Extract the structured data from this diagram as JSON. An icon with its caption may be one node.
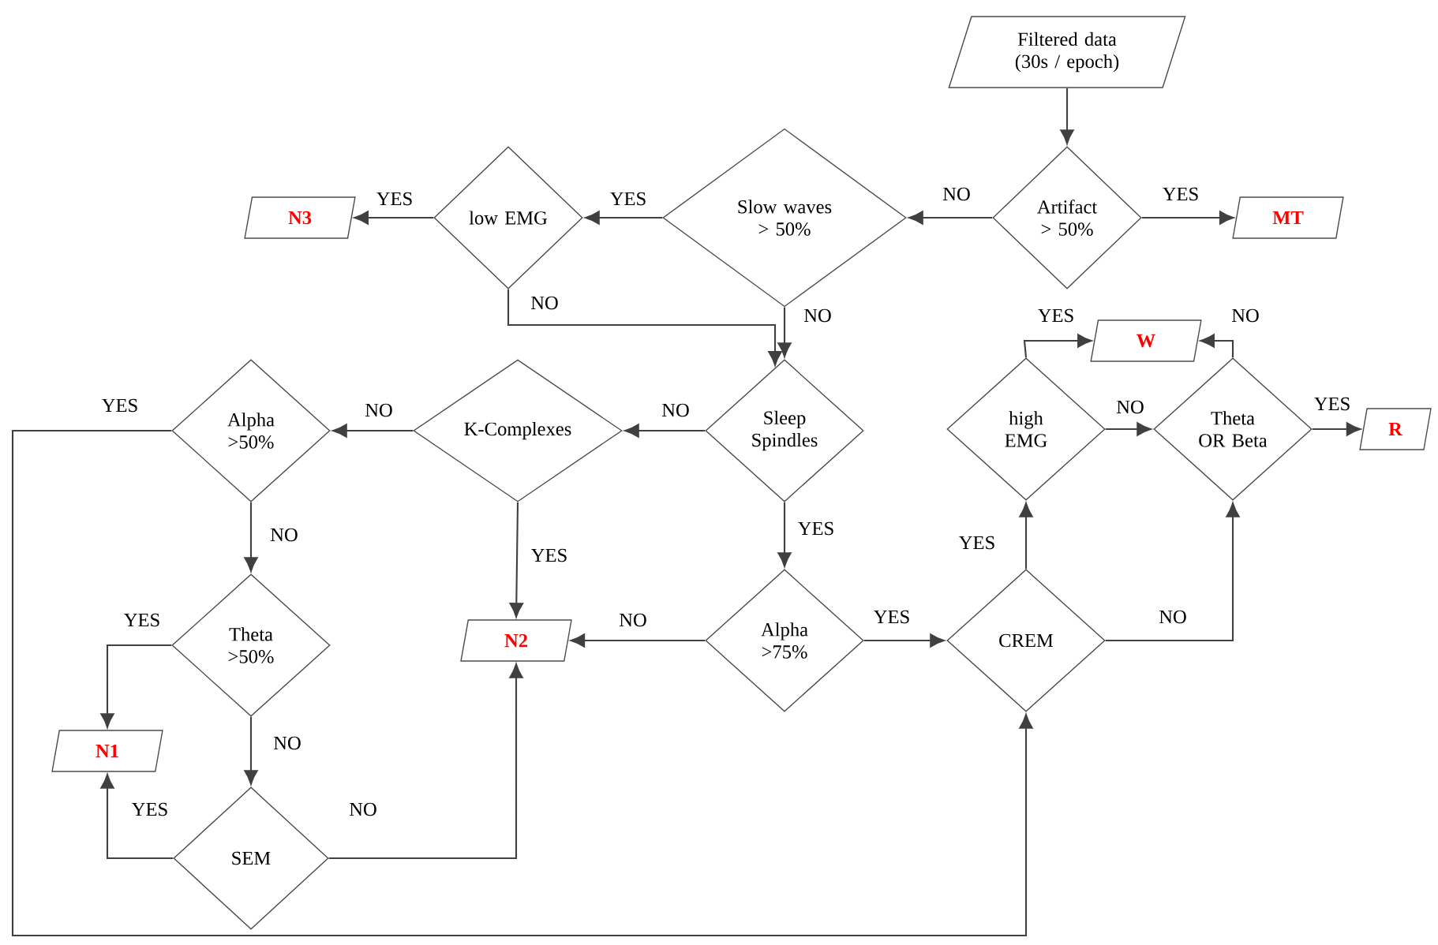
{
  "diagram": {
    "nodes": [
      {
        "text": [
          "Filtered data (30s / epoch)"
        ]
      },
      {
        "text": [
          "Artifact > 50%"
        ]
      },
      {
        "text": [
          "MT"
        ]
      },
      {
        "text": [
          "Slow waves > 50%"
        ]
      },
      {
        "text": [
          "low EMG"
        ]
      },
      {
        "text": [
          "N3"
        ]
      },
      {
        "text": [
          "Sleep Spindles"
        ]
      },
      {
        "text": [
          "K-Complexes"
        ]
      },
      {
        "text": [
          "Alpha >50%"
        ]
      },
      {
        "text": [
          "Theta >50%"
        ]
      },
      {
        "text": [
          "N1"
        ]
      },
      {
        "text": [
          "SEM"
        ]
      },
      {
        "text": [
          "N2"
        ]
      },
      {
        "text": [
          "Alpha >75%"
        ]
      },
      {
        "text": [
          "CREM"
        ]
      },
      {
        "text": [
          "high EMG"
        ]
      },
      {
        "text": [
          "W"
        ]
      },
      {
        "text": [
          "Theta OR Beta"
        ]
      },
      {
        "text": [
          "R"
        ]
      }
    ],
    "edges": [
      {
        "from": 0,
        "to": 1,
        "arrow": "to"
      },
      {
        "from": 1,
        "to": 3,
        "arrow": "to",
        "label": "NO"
      },
      {
        "from": 1,
        "to": 2,
        "arrow": "to",
        "label": "YES"
      },
      {
        "from": 3,
        "to": 4,
        "arrow": "to",
        "label": "YES"
      },
      {
        "from": 4,
        "to": 5,
        "arrow": "to",
        "label": "YES"
      },
      {
        "from": 3,
        "to": 6,
        "arrow": "to",
        "label": "NO"
      },
      {
        "from": 4,
        "to": 6,
        "arrow": "to",
        "label": "NO"
      },
      {
        "from": 6,
        "to": 7,
        "arrow": "to",
        "label": "NO"
      },
      {
        "from": 7,
        "to": 8,
        "arrow": "to",
        "label": "NO"
      },
      {
        "from": 6,
        "to": 13,
        "arrow": "to",
        "label": "YES"
      },
      {
        "from": 7,
        "to": 12,
        "arrow": "to",
        "label": "YES"
      },
      {
        "from": 8,
        "to": 9,
        "arrow": "to",
        "label": "NO"
      },
      {
        "from": 8,
        "to": 14,
        "arrow": "to",
        "label": "YES"
      },
      {
        "from": 9,
        "to": 10,
        "arrow": "to",
        "label": "YES"
      },
      {
        "from": 9,
        "to": 11,
        "arrow": "to",
        "label": "NO"
      },
      {
        "from": 11,
        "to": 10,
        "arrow": "to",
        "label": "YES"
      },
      {
        "from": 11,
        "to": 12,
        "arrow": "to",
        "label": "NO"
      },
      {
        "from": 13,
        "to": 12,
        "arrow": "to",
        "label": "NO"
      },
      {
        "from": 13,
        "to": 14,
        "arrow": "to",
        "label": "YES"
      },
      {
        "from": 14,
        "to": 15,
        "arrow": "to",
        "label": "YES"
      },
      {
        "from": 14,
        "to": 17,
        "arrow": "to",
        "label": "NO"
      },
      {
        "from": 15,
        "to": 16,
        "arrow": "to",
        "label": "YES"
      },
      {
        "from": 15,
        "to": 17,
        "arrow": "to",
        "label": "NO"
      },
      {
        "from": 17,
        "to": 16,
        "arrow": "to",
        "label": "NO"
      },
      {
        "from": 17,
        "to": 18,
        "arrow": "to",
        "label": "YES"
      }
    ]
  }
}
